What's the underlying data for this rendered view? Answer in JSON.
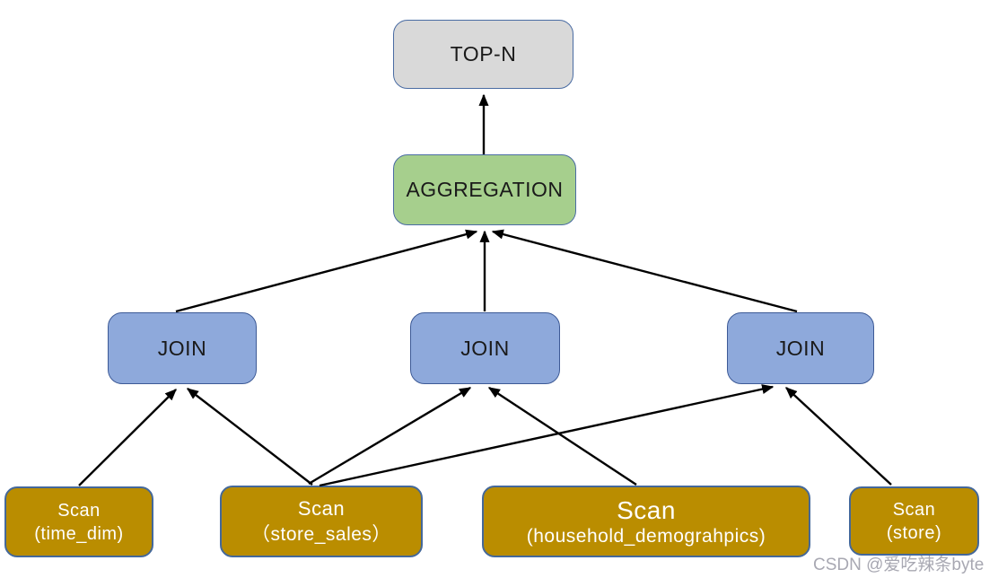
{
  "diagram": {
    "nodes": {
      "topn": {
        "label": "TOP-N"
      },
      "aggregation": {
        "label": "AGGREGATION"
      },
      "join_left": {
        "label": "JOIN"
      },
      "join_middle": {
        "label": "JOIN"
      },
      "join_right": {
        "label": "JOIN"
      },
      "scan_time_dim": {
        "title": "Scan",
        "subtitle": "(time_dim)"
      },
      "scan_store_sales": {
        "title": "Scan",
        "subtitle": "（store_sales）"
      },
      "scan_household_demograhpics": {
        "title": "Scan",
        "subtitle": "(household_demograhpics)"
      },
      "scan_store": {
        "title": "Scan",
        "subtitle": "(store)"
      }
    },
    "edges": [
      {
        "from": "aggregation",
        "to": "topn"
      },
      {
        "from": "join_left",
        "to": "aggregation"
      },
      {
        "from": "join_middle",
        "to": "aggregation"
      },
      {
        "from": "join_right",
        "to": "aggregation"
      },
      {
        "from": "scan_time_dim",
        "to": "join_left"
      },
      {
        "from": "scan_store_sales",
        "to": "join_left"
      },
      {
        "from": "scan_store_sales",
        "to": "join_middle"
      },
      {
        "from": "scan_store_sales",
        "to": "join_right"
      },
      {
        "from": "scan_household_demograhpics",
        "to": "join_middle"
      },
      {
        "from": "scan_store",
        "to": "join_right"
      }
    ],
    "colors": {
      "background": "#ffffff",
      "topn_fill": "#d9d9d9",
      "aggregation_fill": "#a6cf8d",
      "join_fill": "#8ea9db",
      "join_border": "#3d5a96",
      "scan_fill": "#ba8d00",
      "scan_border": "#44689a",
      "scan_text": "#ffffff",
      "border_blue": "#4a6ca3",
      "node_text": "#1a1a1a",
      "arrow": "#000000",
      "watermark": "#a8a8b2"
    }
  },
  "watermark": {
    "text": "CSDN @爱吃辣条byte"
  }
}
